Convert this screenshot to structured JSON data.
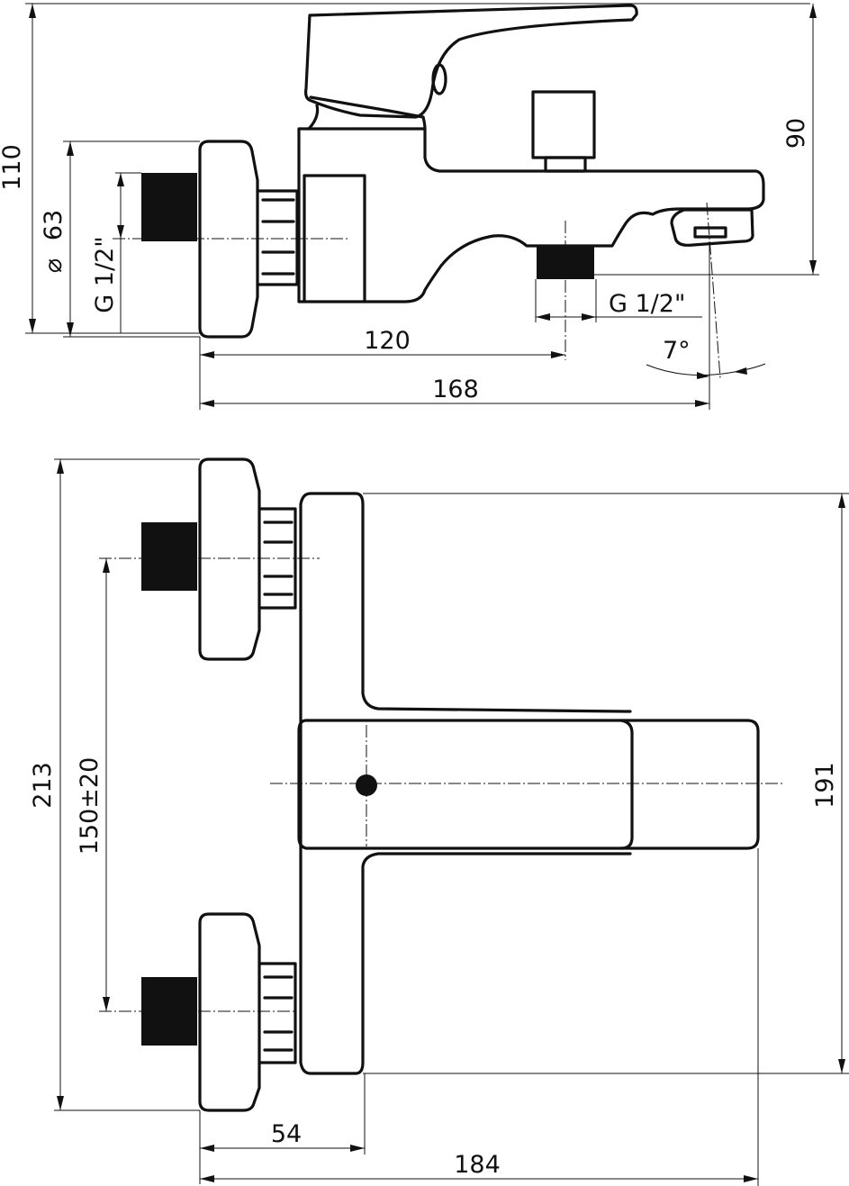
{
  "side_view": {
    "dims": {
      "height_total": "110",
      "height_spout": "90",
      "diameter": "63",
      "diameter_symbol": "⌀",
      "thread_inlet": "G 1/2\"",
      "thread_outlet": "G 1/2\"",
      "length_outlet": "120",
      "length_spout": "168",
      "angle": "7°"
    }
  },
  "top_view": {
    "dims": {
      "height_total": "213",
      "center_distance": "150±20",
      "spout_width": "191",
      "depth_body": "54",
      "depth_total": "184"
    }
  },
  "colors": {
    "line": "#111111",
    "background": "#ffffff"
  }
}
